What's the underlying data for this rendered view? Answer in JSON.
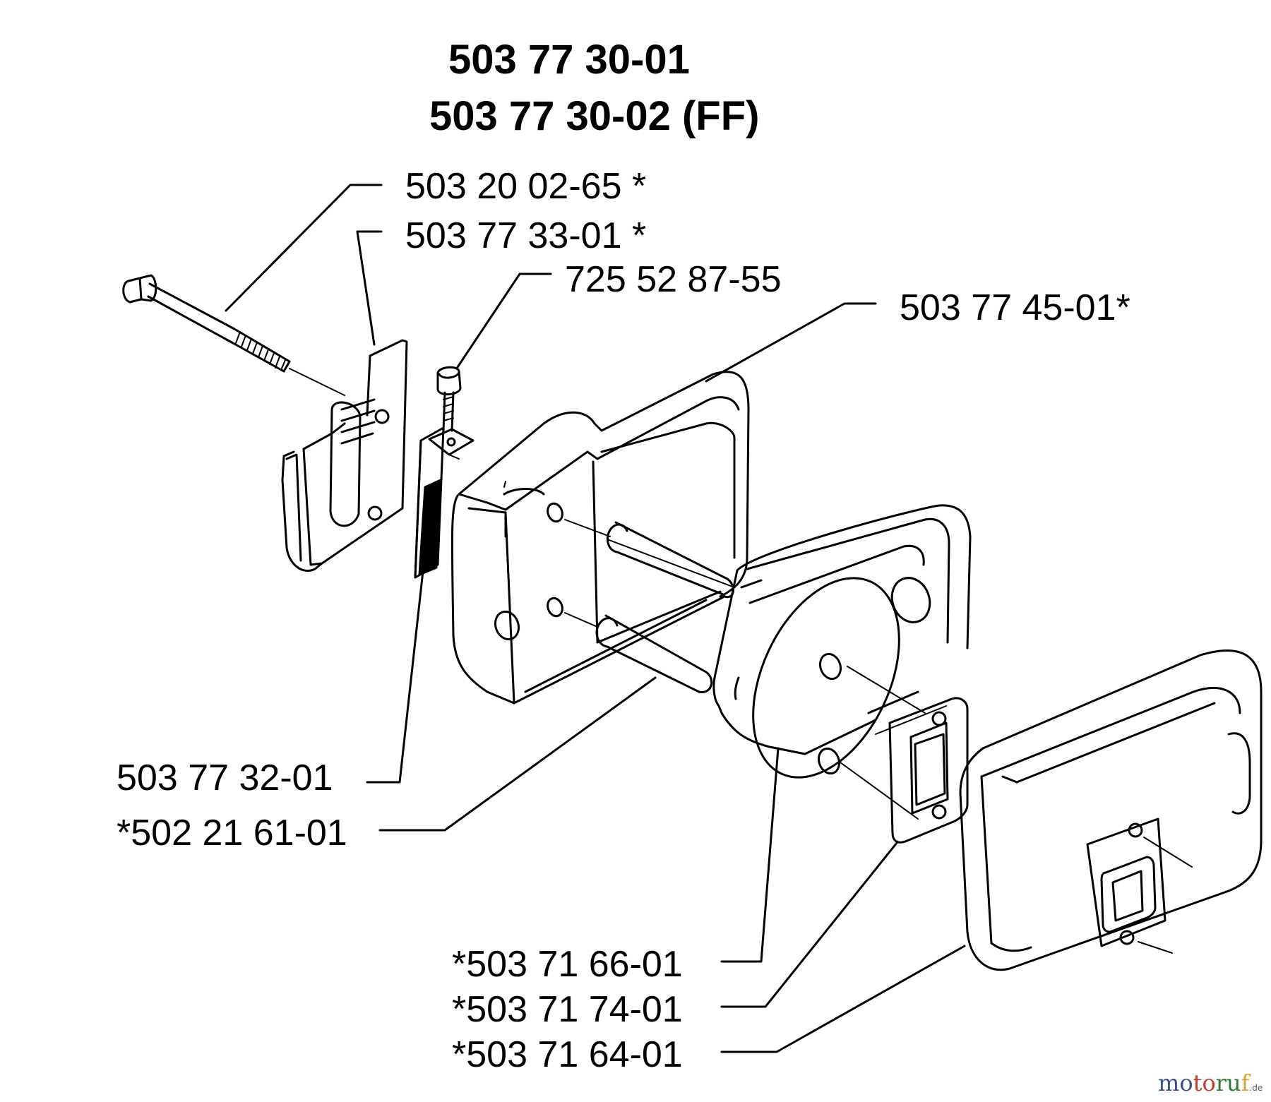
{
  "title": {
    "line1": "503 77 30-01",
    "line2": "503 77 30-02 (FF)"
  },
  "parts": [
    {
      "id": "bolt",
      "label": "503 20 02-65 *"
    },
    {
      "id": "spark-arrestor-cover",
      "label": "503 77 33-01 *"
    },
    {
      "id": "screw",
      "label": "725 52 87-55"
    },
    {
      "id": "muffler-outer-cover",
      "label": "503 77 45-01*"
    },
    {
      "id": "screen",
      "label": "503 77 32-01"
    },
    {
      "id": "sleeves",
      "label": "*502 21 61-01"
    },
    {
      "id": "plate",
      "label": "*503 71 66-01"
    },
    {
      "id": "gasket",
      "label": "*503 71 74-01"
    },
    {
      "id": "muffler-body",
      "label": "*503 71 64-01"
    }
  ],
  "watermark": {
    "b1": "mo",
    "b2": "to",
    "b3": "ru",
    "b4": "f",
    "suffix": ".de"
  },
  "colors": {
    "line": "#000000",
    "background": "#ffffff"
  }
}
